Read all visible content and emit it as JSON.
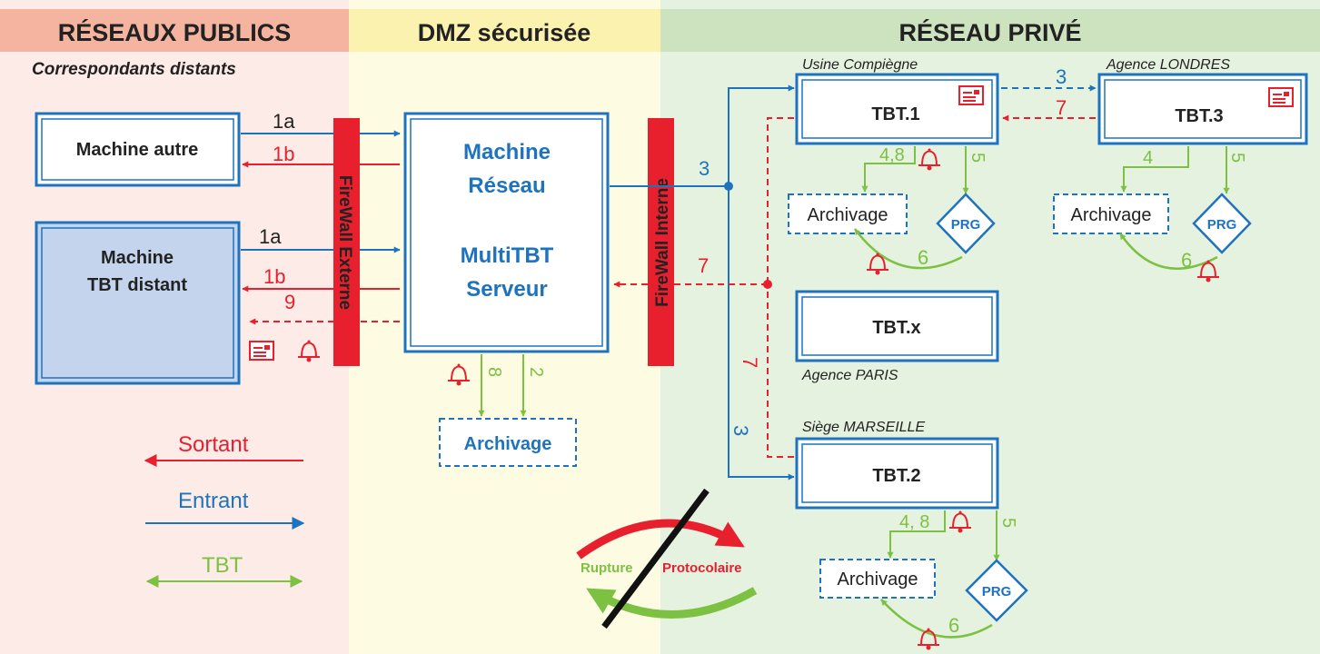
{
  "zones": {
    "public": {
      "title": "RÉSEAUX PUBLICS",
      "subtitle": "Correspondants distants"
    },
    "dmz": {
      "title": "DMZ sécurisée"
    },
    "private": {
      "title": "RÉSEAU PRIVÉ"
    }
  },
  "machines": {
    "autre": {
      "label": "Machine autre"
    },
    "tbt_distant": {
      "line1": "Machine",
      "line2": "TBT distant"
    },
    "multitbt": {
      "line1": "Machine",
      "line2": "Réseau",
      "line3": "MultiTBT",
      "line4": "Serveur"
    },
    "tbt1": {
      "label": "TBT.1",
      "site": "Usine Compiègne"
    },
    "tbt3": {
      "label": "TBT.3",
      "site": "Agence LONDRES"
    },
    "tbtx": {
      "label": "TBT.x",
      "site": "Agence PARIS"
    },
    "tbt2": {
      "label": "TBT.2",
      "site": "Siège MARSEILLE"
    }
  },
  "firewalls": {
    "external": "FireWall Externe",
    "internal": "FireWall Interne"
  },
  "archive_label": "Archivage",
  "prg_label": "PRG",
  "flow_labels": {
    "f1a": "1a",
    "f1b": "1b",
    "f2": "2",
    "f3": "3",
    "f4": "4",
    "f48": "4,8",
    "f4_8": "4, 8",
    "f5": "5",
    "f6": "6",
    "f7": "7",
    "f8": "8",
    "f9": "9"
  },
  "legend": {
    "sortant": "Sortant",
    "entrant": "Entrant",
    "tbt": "TBT"
  },
  "rupture": {
    "left": "Rupture",
    "right": "Protocolaire"
  },
  "colors": {
    "public_bg": "#fcebe6",
    "public_header": "#f5b4a0",
    "dmz_bg": "#fefbe3",
    "dmz_header": "#fbf2b0",
    "private_bg": "#e6f2e0",
    "private_header": "#cde3c0",
    "blue": "#1e73be",
    "red": "#e8202e",
    "green": "#7cc142",
    "tbt_distant_fill": "#c5d4ed"
  }
}
